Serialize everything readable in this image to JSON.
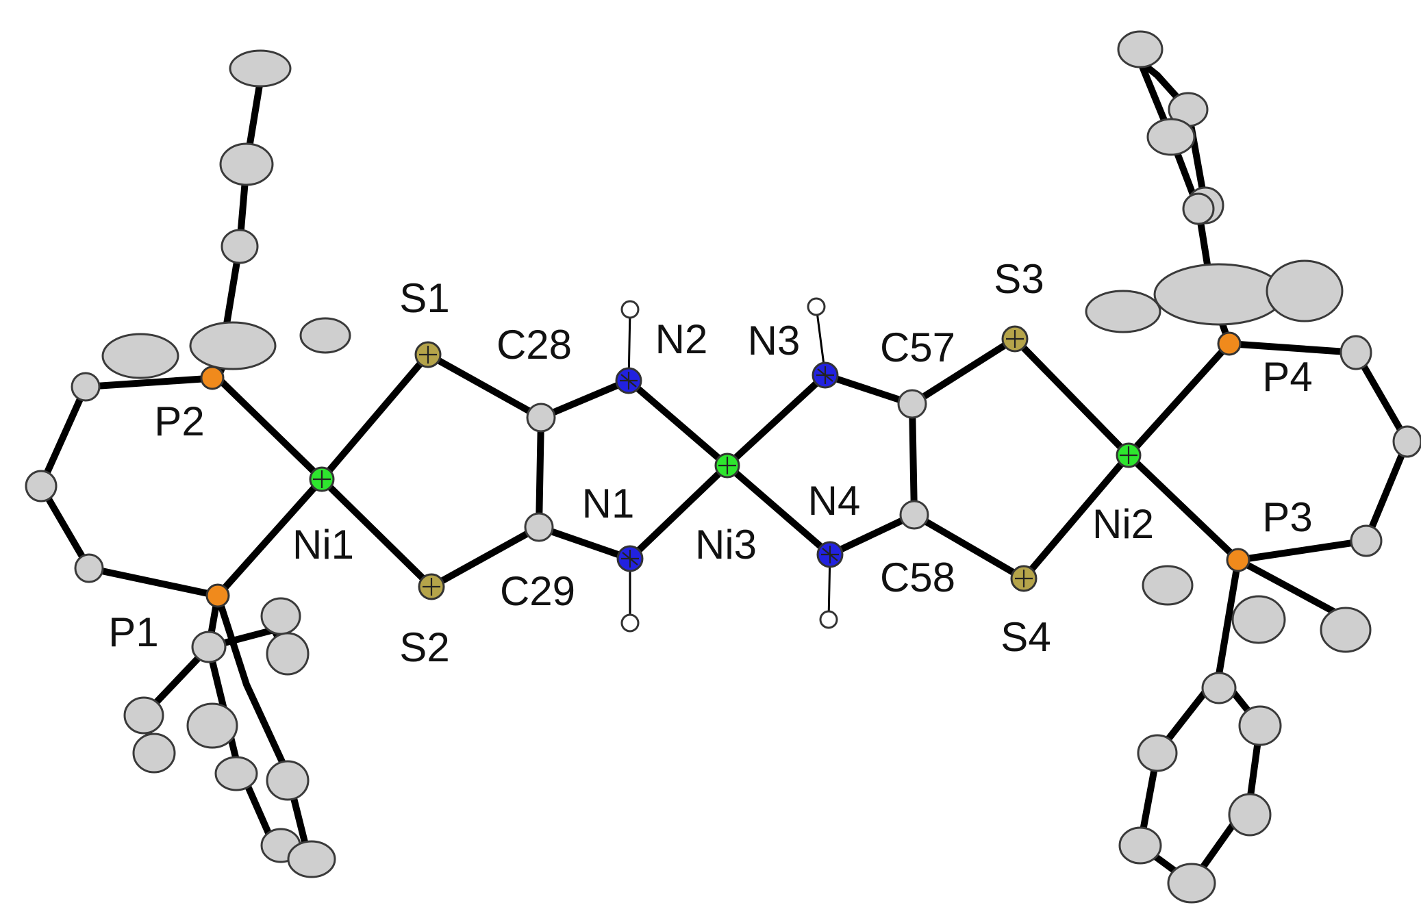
{
  "colors": {
    "nickel": "#2ee62e",
    "nitrogen": "#2222e0",
    "sulfur": "#b5a44a",
    "phosphorus": "#f08a1c",
    "carbon": "#c8c8c8",
    "hydrogen": "#ffffff",
    "bond": "#000000"
  },
  "labels": {
    "S1": "S1",
    "S2": "S2",
    "S3": "S3",
    "S4": "S4",
    "C28": "C28",
    "C29": "C29",
    "C57": "C57",
    "C58": "C58",
    "N1": "N1",
    "N2": "N2",
    "N3": "N3",
    "N4": "N4",
    "Ni1": "Ni1",
    "Ni2": "Ni2",
    "Ni3": "Ni3",
    "P1": "P1",
    "P2": "P2",
    "P3": "P3",
    "P4": "P4"
  }
}
